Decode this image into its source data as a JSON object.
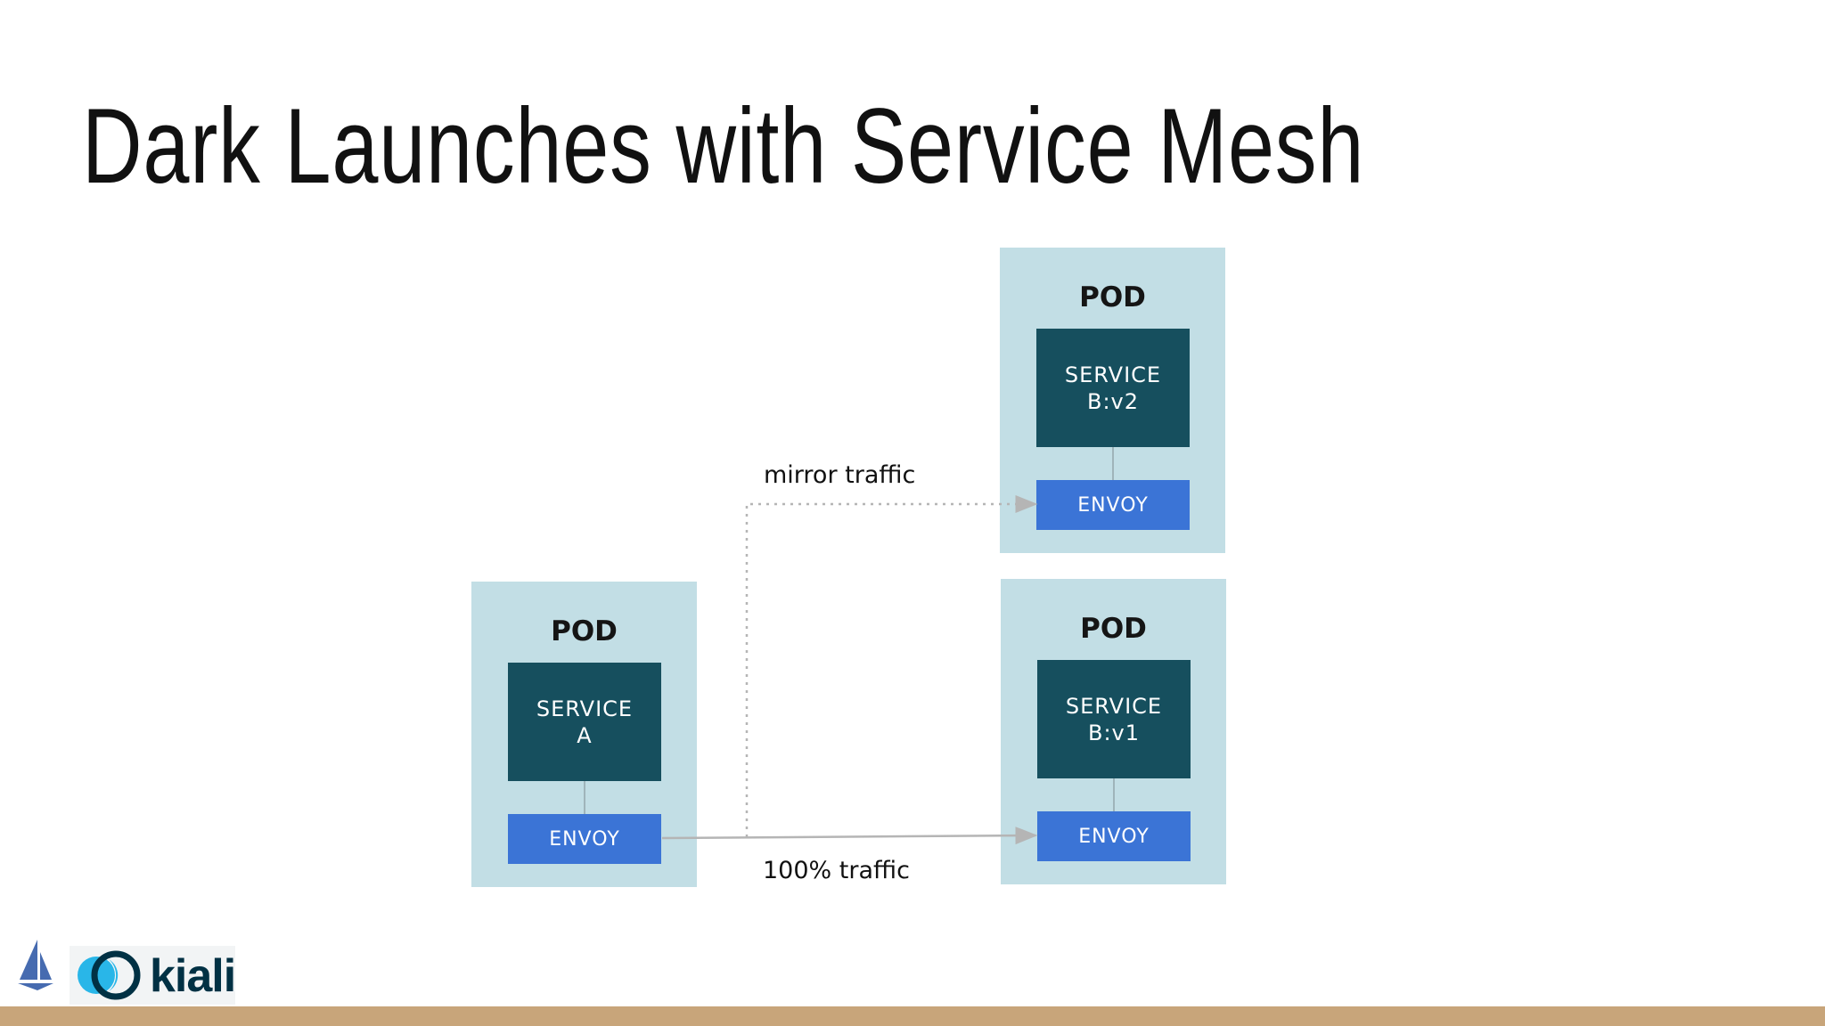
{
  "title": "Dark Launches with Service Mesh",
  "pods": {
    "service_a": {
      "label": "POD",
      "service_line1": "SERVICE",
      "service_line2": "A",
      "envoy": "ENVOY"
    },
    "service_b_v2": {
      "label": "POD",
      "service_line1": "SERVICE",
      "service_line2": "B:v2",
      "envoy": "ENVOY"
    },
    "service_b_v1": {
      "label": "POD",
      "service_line1": "SERVICE",
      "service_line2": "B:v1",
      "envoy": "ENVOY"
    }
  },
  "edges": {
    "mirror": {
      "label": "mirror traffic",
      "style": "dotted"
    },
    "primary": {
      "label": "100% traffic",
      "style": "solid"
    }
  },
  "logos": {
    "istio": "istio-sail-icon",
    "kiali": {
      "icon": "kiali-rings-icon",
      "text": "kiali"
    }
  },
  "colors": {
    "pod_bg": "#c2dee5",
    "service_bg": "#164f5e",
    "envoy_bg": "#3b74d6",
    "arrow": "#b5b5b5",
    "footer_bar": "#c8a57a"
  }
}
